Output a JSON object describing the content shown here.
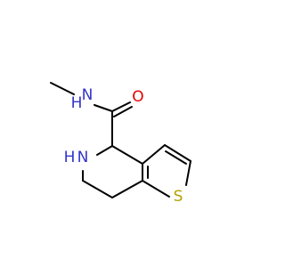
{
  "colors": {
    "background": "#ffffff",
    "bond": "#000000",
    "nitrogen": "#3333cc",
    "oxygen": "#e60000",
    "sulfur": "#b3a200"
  },
  "atoms": {
    "amide_nh": {
      "text": "H",
      "subscript": "N",
      "element": "N"
    },
    "amide_o": {
      "text": "O",
      "element": "O"
    },
    "ring_nh": {
      "text": "H",
      "subscript": "N",
      "element": "N"
    },
    "ring_s": {
      "text": "S",
      "element": "S"
    }
  }
}
